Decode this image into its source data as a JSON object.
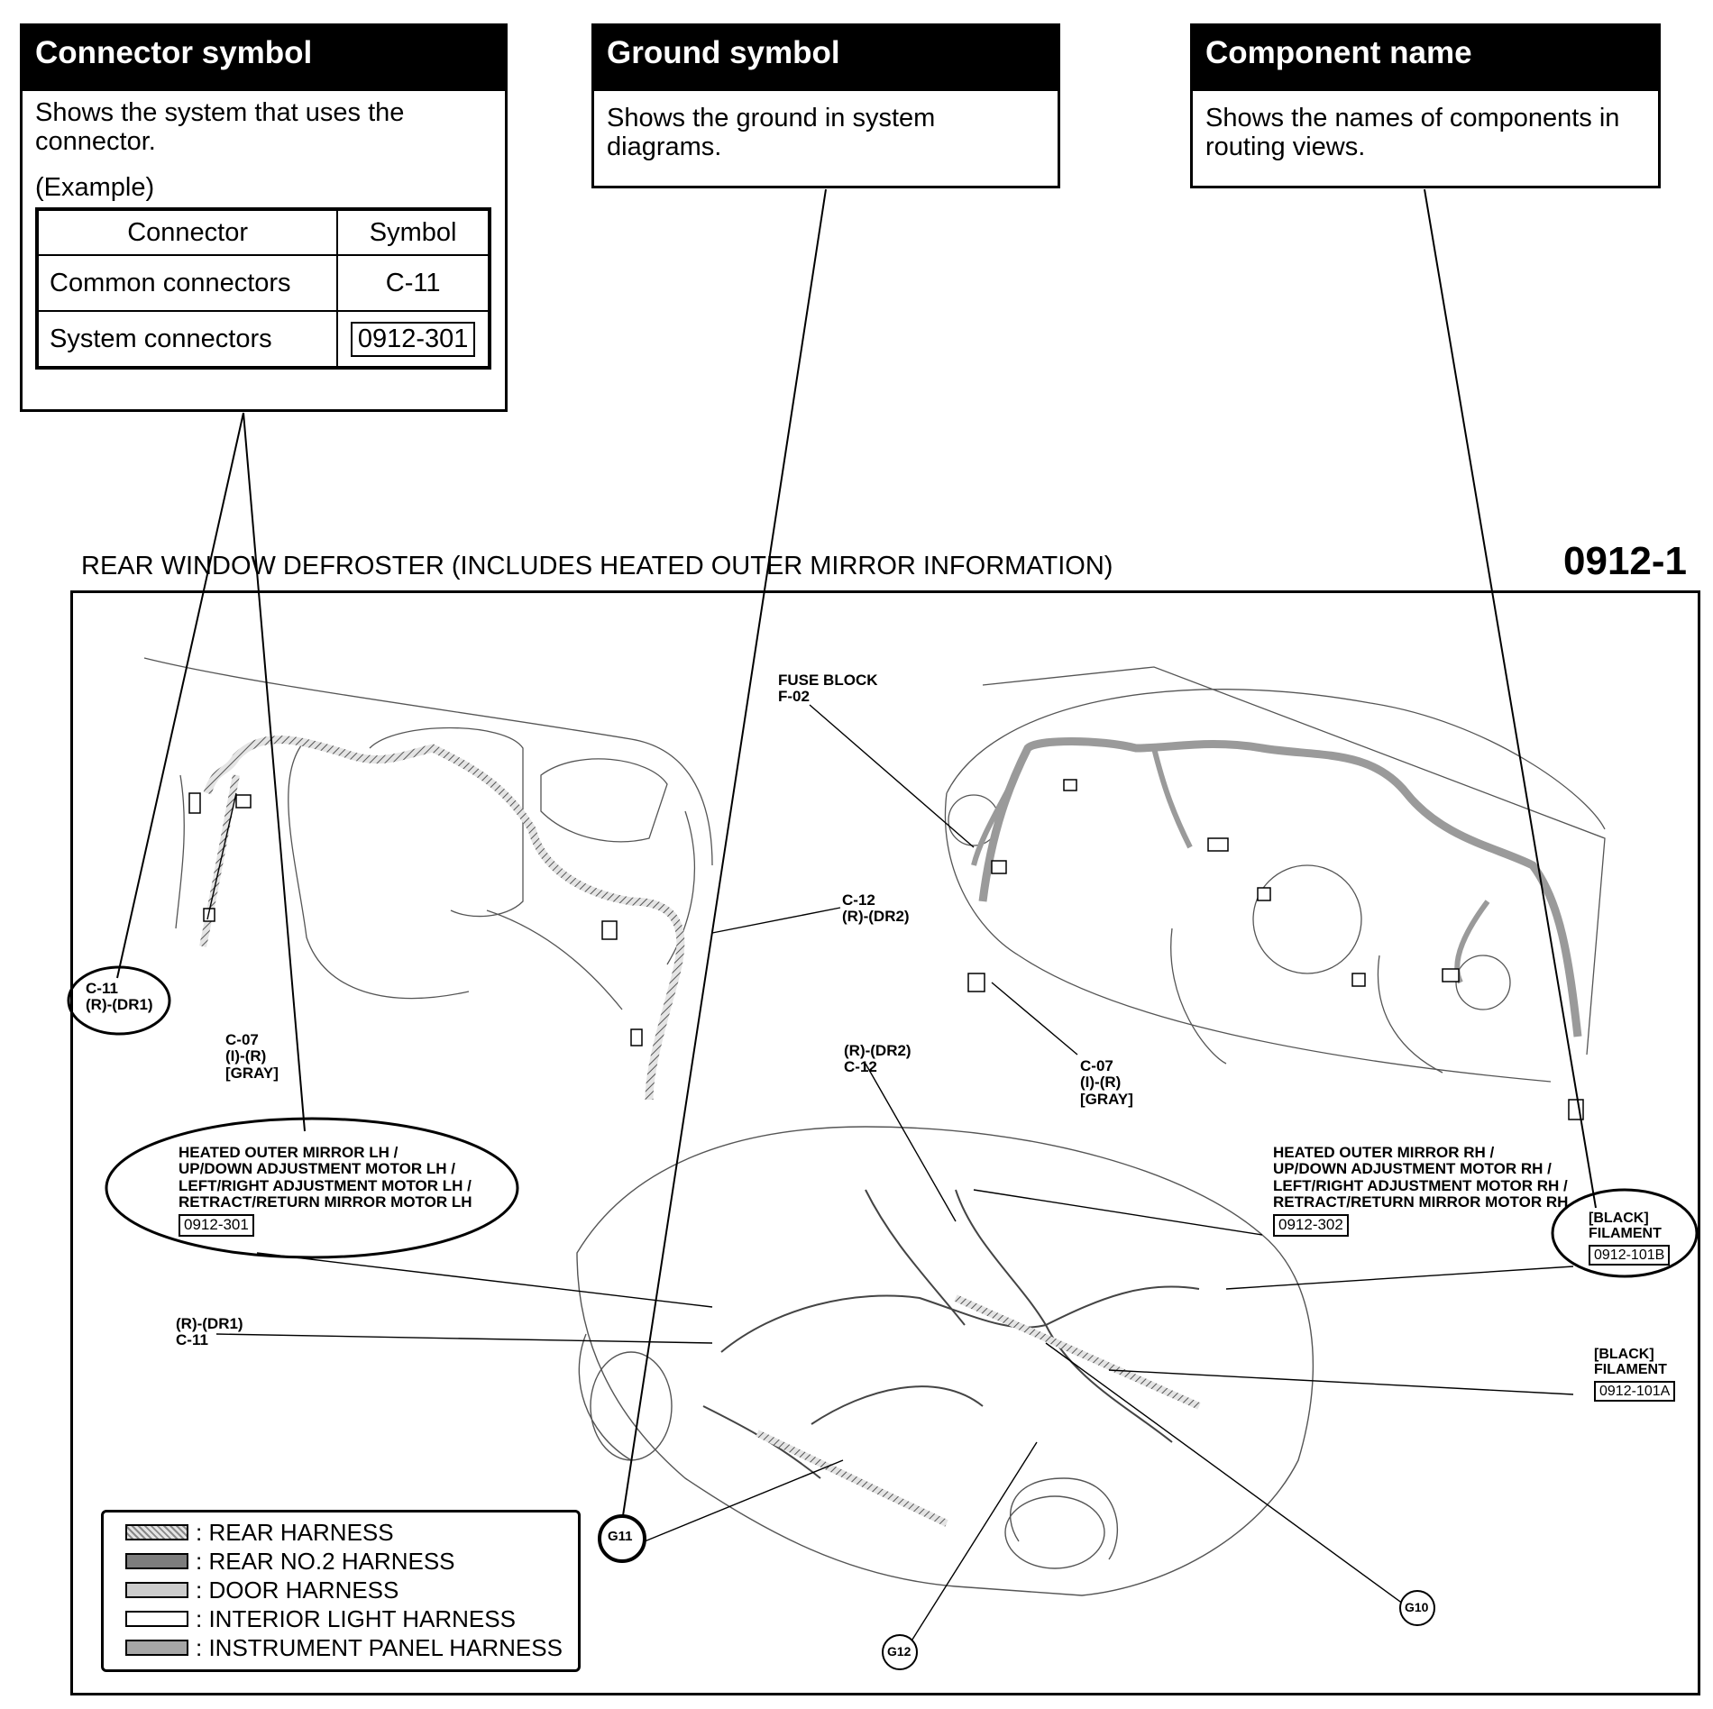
{
  "callouts": {
    "connector": {
      "title": "Connector symbol",
      "desc": "Shows the system that uses the connector.",
      "example": "(Example)",
      "table": {
        "headers": [
          "Connector",
          "Symbol"
        ],
        "rows": [
          {
            "label": "Common connectors",
            "symbol": "C-11"
          },
          {
            "label": "System connectors",
            "symbol": "0912-301"
          }
        ]
      }
    },
    "ground": {
      "title": "Ground symbol",
      "desc": "Shows the ground in system diagrams."
    },
    "component": {
      "title": "Component name",
      "desc": "Shows the names of components in routing views."
    }
  },
  "diagram": {
    "title": "REAR WINDOW DEFROSTER (INCLUDES HEATED OUTER MIRROR INFORMATION)",
    "code": "0912-1",
    "labels": {
      "c11_top": [
        "C-11",
        "(R)-(DR1)"
      ],
      "c07_left": [
        "C-07",
        "(I)-(R)",
        "[GRAY]"
      ],
      "c12_top": [
        "C-12",
        "(R)-(DR2)"
      ],
      "fuse_block": [
        "FUSE BLOCK",
        "F-02"
      ],
      "c07_right": [
        "C-07",
        "(I)-(R)",
        "[GRAY]"
      ],
      "mirror_lh": [
        "HEATED OUTER MIRROR LH /",
        "UP/DOWN ADJUSTMENT MOTOR LH /",
        "LEFT/RIGHT ADJUSTMENT MOTOR LH /",
        "RETRACT/RETURN MIRROR MOTOR LH"
      ],
      "mirror_lh_code": "0912-301",
      "c12_bottom": [
        "(R)-(DR2)",
        "C-12"
      ],
      "mirror_rh": [
        "HEATED OUTER MIRROR RH /",
        "UP/DOWN ADJUSTMENT MOTOR RH /",
        "LEFT/RIGHT ADJUSTMENT MOTOR RH /",
        "RETRACT/RETURN MIRROR MOTOR RH"
      ],
      "mirror_rh_code": "0912-302",
      "filament_b": [
        "[BLACK]",
        "FILAMENT"
      ],
      "filament_b_code": "0912-101B",
      "filament_a": [
        "[BLACK]",
        "FILAMENT"
      ],
      "filament_a_code": "0912-101A",
      "c11_bottom": [
        "(R)-(DR1)",
        "C-11"
      ],
      "g10": "G10",
      "g11": "G11",
      "g12": "G12"
    }
  },
  "legend": [
    {
      "label": ": REAR HARNESS",
      "fill": "#cfcfcf",
      "pattern": "hatch"
    },
    {
      "label": ": REAR NO.2 HARNESS",
      "fill": "#7d7d7d",
      "pattern": "solid"
    },
    {
      "label": ": DOOR HARNESS",
      "fill": "#cccccc",
      "pattern": "solid"
    },
    {
      "label": ": INTERIOR LIGHT HARNESS",
      "fill": "#ffffff",
      "pattern": "solid"
    },
    {
      "label": ": INSTRUMENT PANEL HARNESS",
      "fill": "#a6a6a6",
      "pattern": "solid"
    }
  ]
}
